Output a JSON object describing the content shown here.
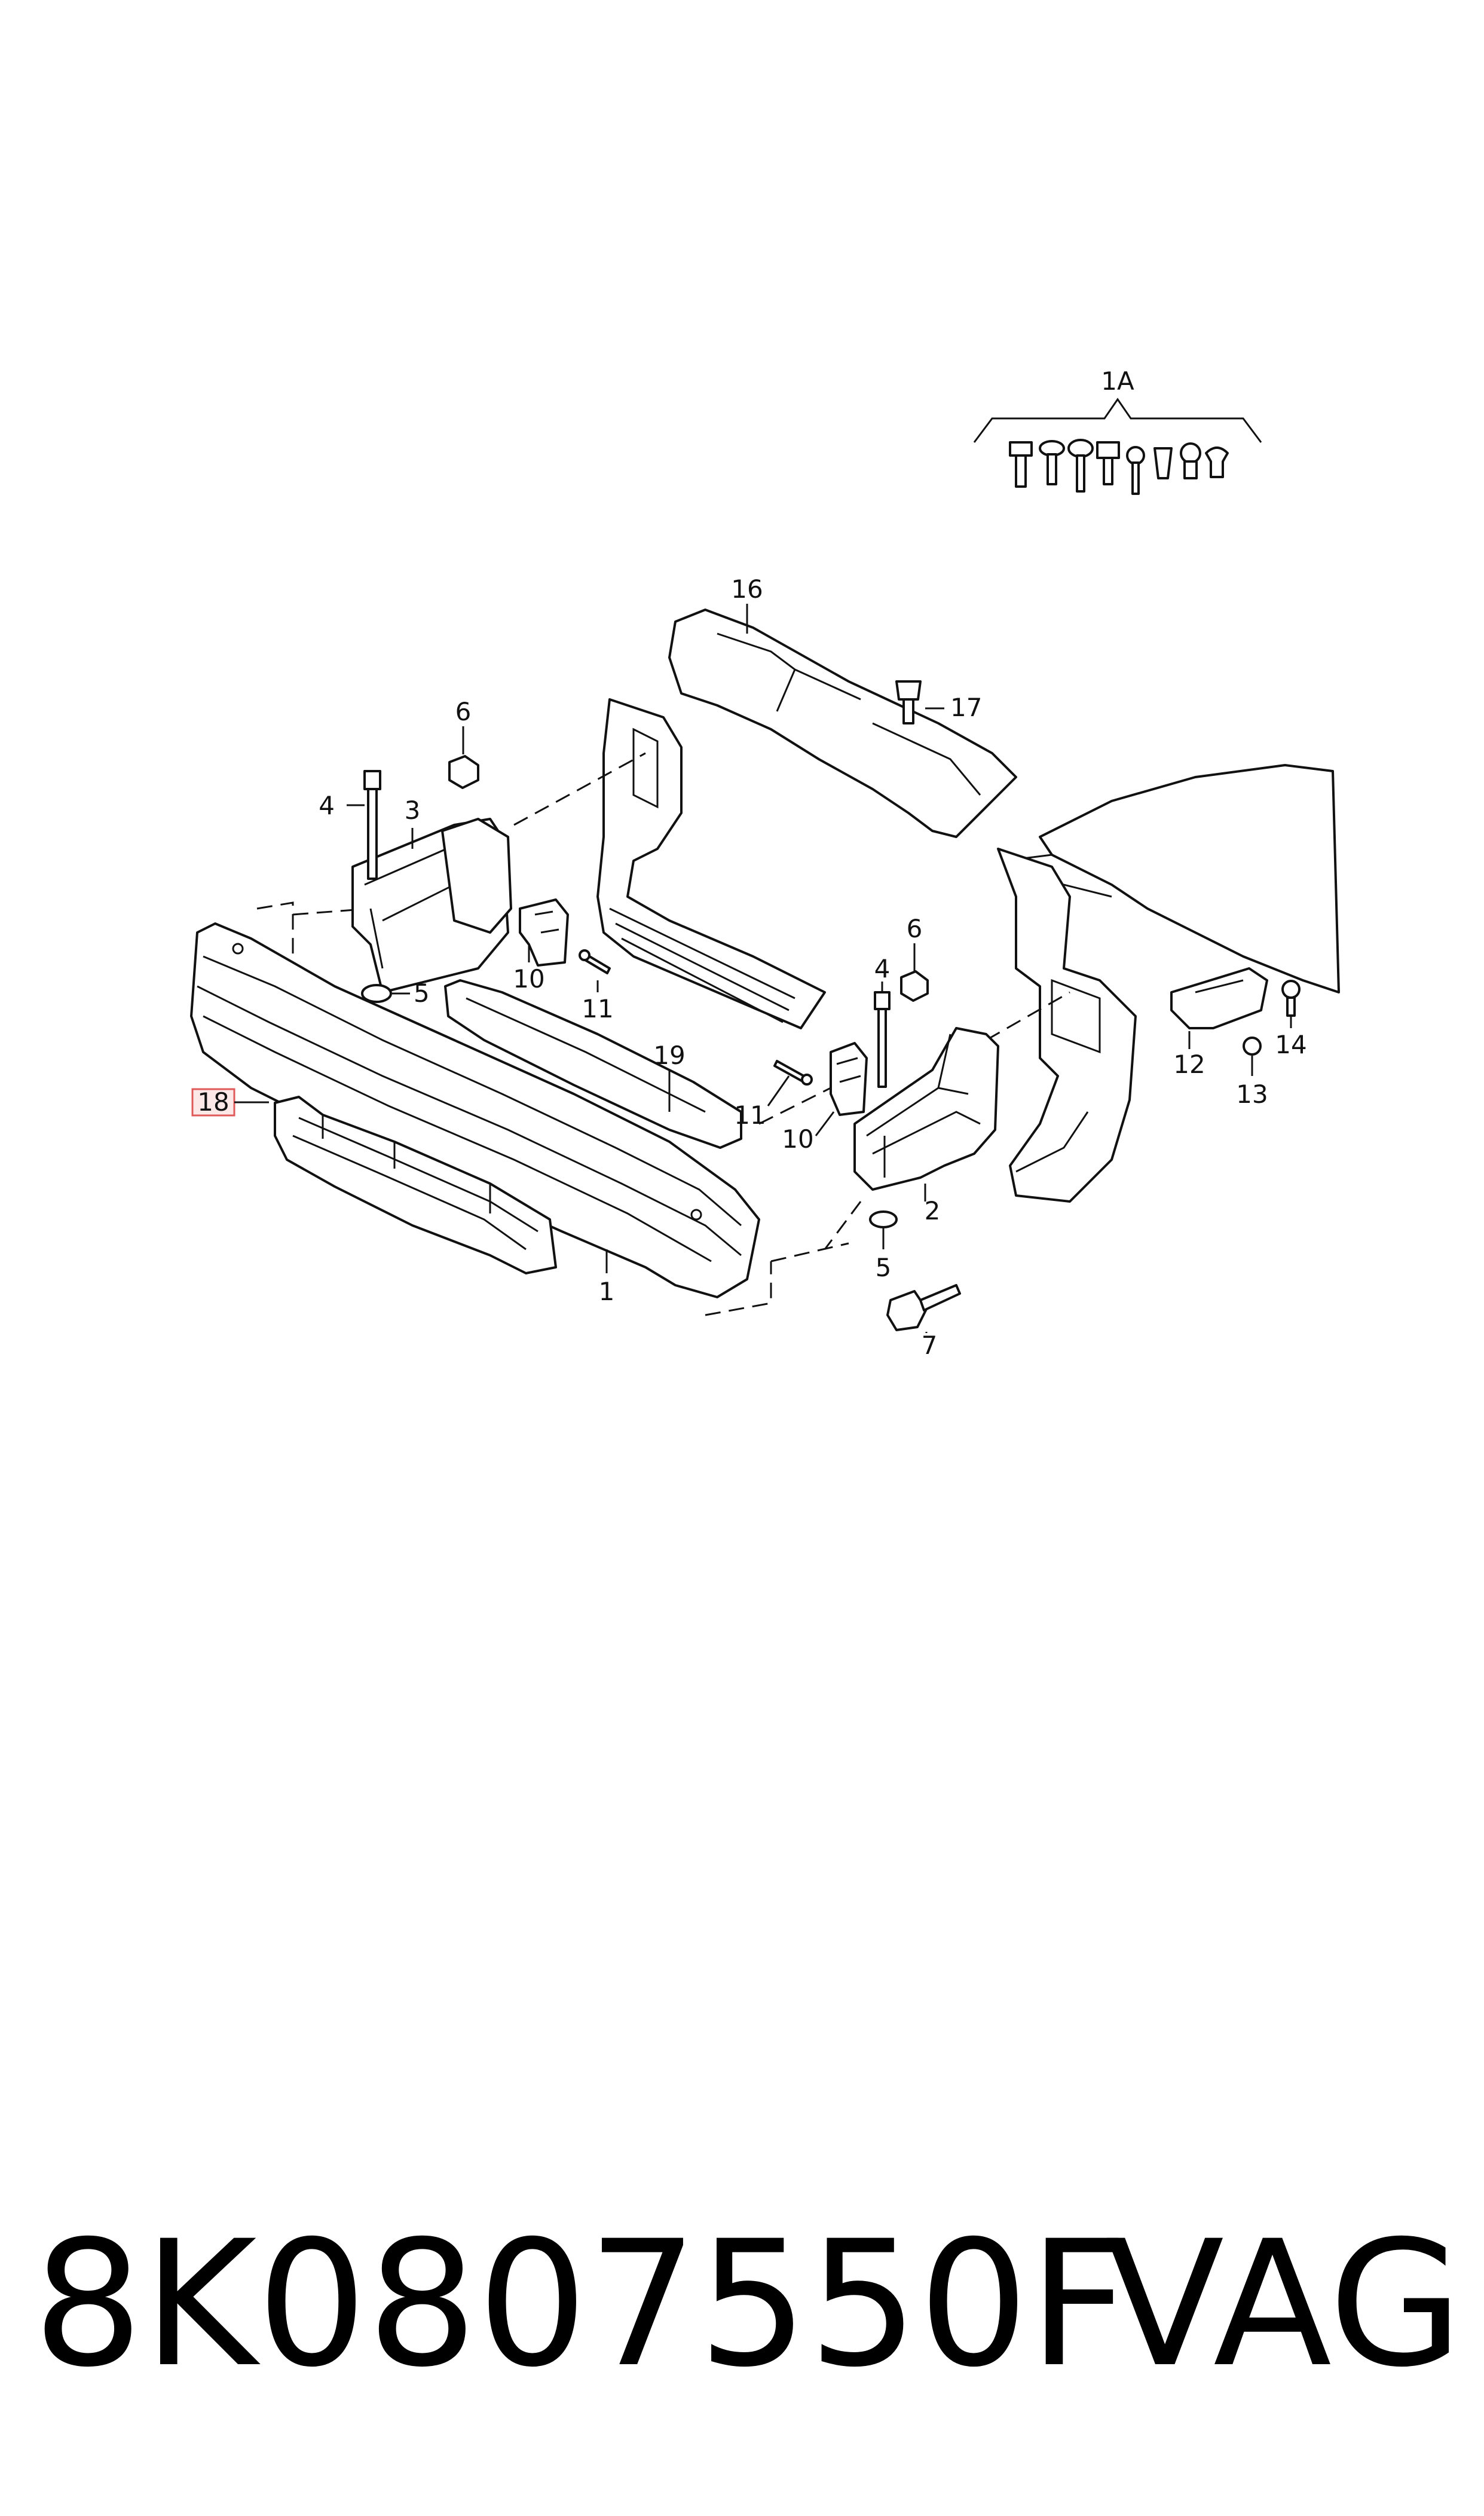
{
  "diagram": {
    "callouts": {
      "c1A": "1A",
      "c1": "1",
      "c2": "2",
      "c3": "3",
      "c4a": "4",
      "c4b": "4",
      "c5a": "5",
      "c5b": "5",
      "c6a": "6",
      "c6b": "6",
      "c7": "7",
      "c10a": "10",
      "c10b": "10",
      "c11a": "11",
      "c11b": "11",
      "c12": "12",
      "c13": "13",
      "c14": "14",
      "c16": "16",
      "c17": "17",
      "c18": "18",
      "c19": "19"
    },
    "highlight_color": "#e05a5a",
    "line_color": "#111111"
  },
  "footer": {
    "part_number": "8K0807550F",
    "brand": "VAG"
  }
}
